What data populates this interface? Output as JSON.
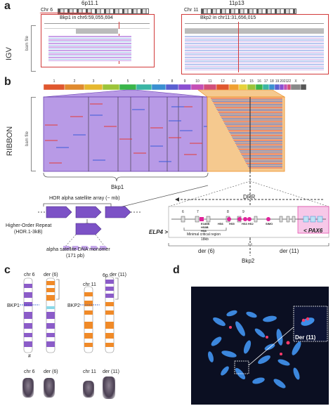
{
  "panel_a": {
    "letter": "a",
    "side_label": "IGV",
    "track_label": "bam file",
    "left": {
      "band": "6p11.1",
      "chr": "Chr 6",
      "bkp_label": "Bkp1 in chr6:59,055,694"
    },
    "right": {
      "band": "11p13",
      "chr": "Chr 11",
      "bkp_label": "Bkp2 in chr11:31,656,015"
    }
  },
  "panel_b": {
    "letter": "b",
    "side_label": "RIBBON",
    "track_label": "bam file",
    "chromosomes": [
      "1",
      "2",
      "3",
      "4",
      "5",
      "6",
      "7",
      "8",
      "9",
      "10",
      "11",
      "12",
      "13",
      "14",
      "15",
      "16",
      "17",
      "18",
      "19",
      "20",
      "21",
      "22",
      "X",
      "Y"
    ],
    "chrom_colors": [
      "#e0572e",
      "#e08a2e",
      "#e6b82e",
      "#9cc43a",
      "#3ab54a",
      "#3ab5a4",
      "#3a8fd1",
      "#5a5fd1",
      "#8a4fd1",
      "#c44fb5",
      "#d14f7a",
      "#e0572e",
      "#f0a030",
      "#e6d23a",
      "#9cc43a",
      "#3ab54a",
      "#3ab5a4",
      "#3a8fd1",
      "#5a5fd1",
      "#8a4fd1",
      "#c44fb5",
      "#d14f7a",
      "#888888",
      "#555555"
    ],
    "bkp1": "Bkp1",
    "bkp2": "Bkp2",
    "hor_array": "HOR alpha satellite array (~ mb)",
    "hor_repeat_1": "Higher-Order Repeat",
    "hor_repeat_2": "(HOR.1-3kB)",
    "monomer_1": "alpha satellite DNA monomer",
    "monomer_2": "(171 pb)",
    "drr": "DRR",
    "elp4": "ELP4 >",
    "pax6": "< PAX6",
    "minimal_1": "Minimal critical region",
    "minimal_2": "18kb",
    "der6": "der (6)",
    "der11": "der (11)",
    "element_numbers": [
      "6",
      "7",
      "8",
      "9"
    ],
    "element_labels": [
      "E180B\nHS8B\nHS8",
      "HS6",
      "HS5",
      "HS3 HS2",
      "SIMO"
    ]
  },
  "panel_c": {
    "letter": "c",
    "chr6": "chr 6",
    "der6_top": "der (6)",
    "chr11": "chr 11",
    "der11_top": "der (11)",
    "band_6p": "6p",
    "bkp1": "BKP1",
    "bkp2": "BKP2",
    "hash": "#",
    "chr6_bottom": "chr 6",
    "der6_bottom": "der (6)",
    "chr11_bottom": "chr 11",
    "der11_bottom": "der (11)"
  },
  "panel_d": {
    "letter": "d",
    "inset_label": "Der (11)"
  },
  "colors": {
    "purple": "#b89ae6",
    "purple_dark": "#6a3fb0",
    "orange": "#f5c98f",
    "orange_dark": "#ef8a1f",
    "red": "#e53935",
    "blue": "#3a5ad8",
    "pink": "#f7c8e8",
    "magenta": "#e0249a",
    "fish_bg": "#0b0f22",
    "fish_chrom": "#3f8ee8"
  }
}
